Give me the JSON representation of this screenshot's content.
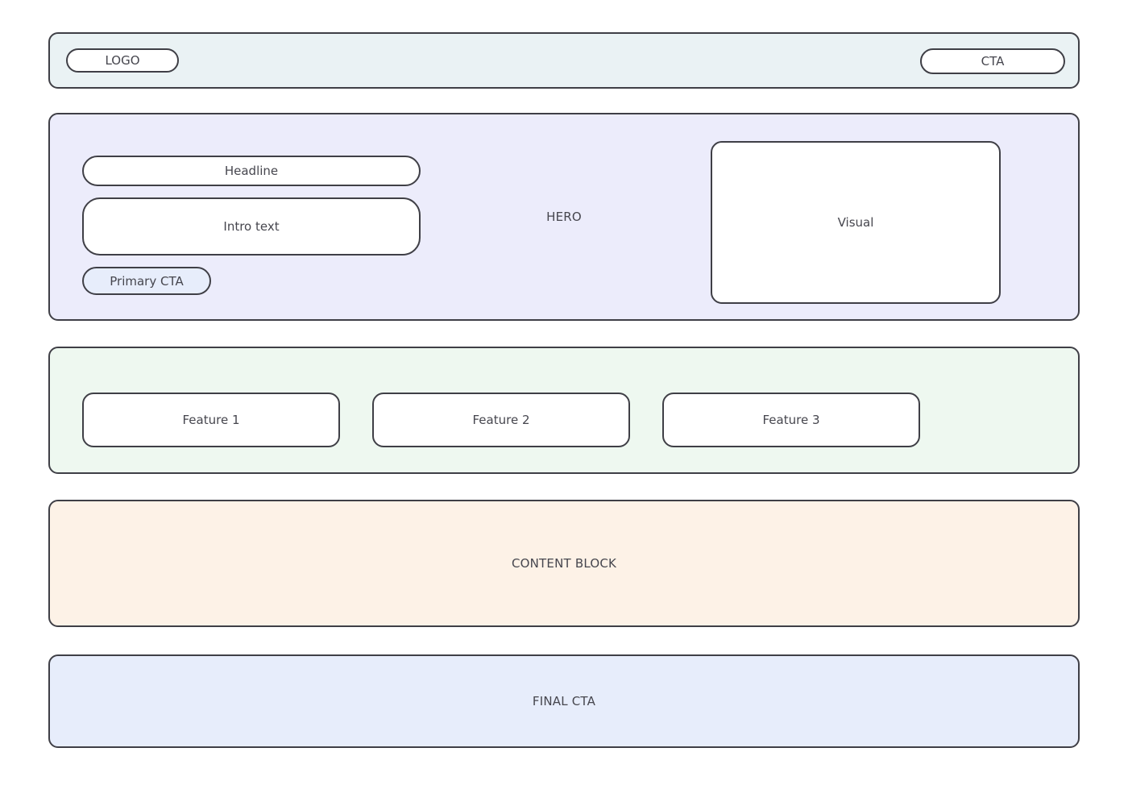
{
  "page": {
    "kind": "landing-page-wireframe",
    "background_color": "#ffffff",
    "outline_color": "#3f3f46",
    "text_color": "#46464e"
  },
  "header": {
    "background_color": "#eaf2f4",
    "logo_label": "LOGO",
    "cta_label": "CTA"
  },
  "hero": {
    "background_color": "#ececfb",
    "section_label": "HERO",
    "headline_label": "Headline",
    "intro_label": "Intro text",
    "primary_cta_label": "Primary CTA",
    "primary_cta_color": "#e7edfb",
    "visual_label": "Visual"
  },
  "features": {
    "background_color": "#eef8f0",
    "cards": [
      {
        "label": "Feature 1"
      },
      {
        "label": "Feature 2"
      },
      {
        "label": "Feature 3"
      }
    ]
  },
  "content": {
    "background_color": "#fdf2e7",
    "label": "CONTENT BLOCK"
  },
  "final_cta": {
    "background_color": "#e7edfb",
    "label": "FINAL CTA"
  }
}
